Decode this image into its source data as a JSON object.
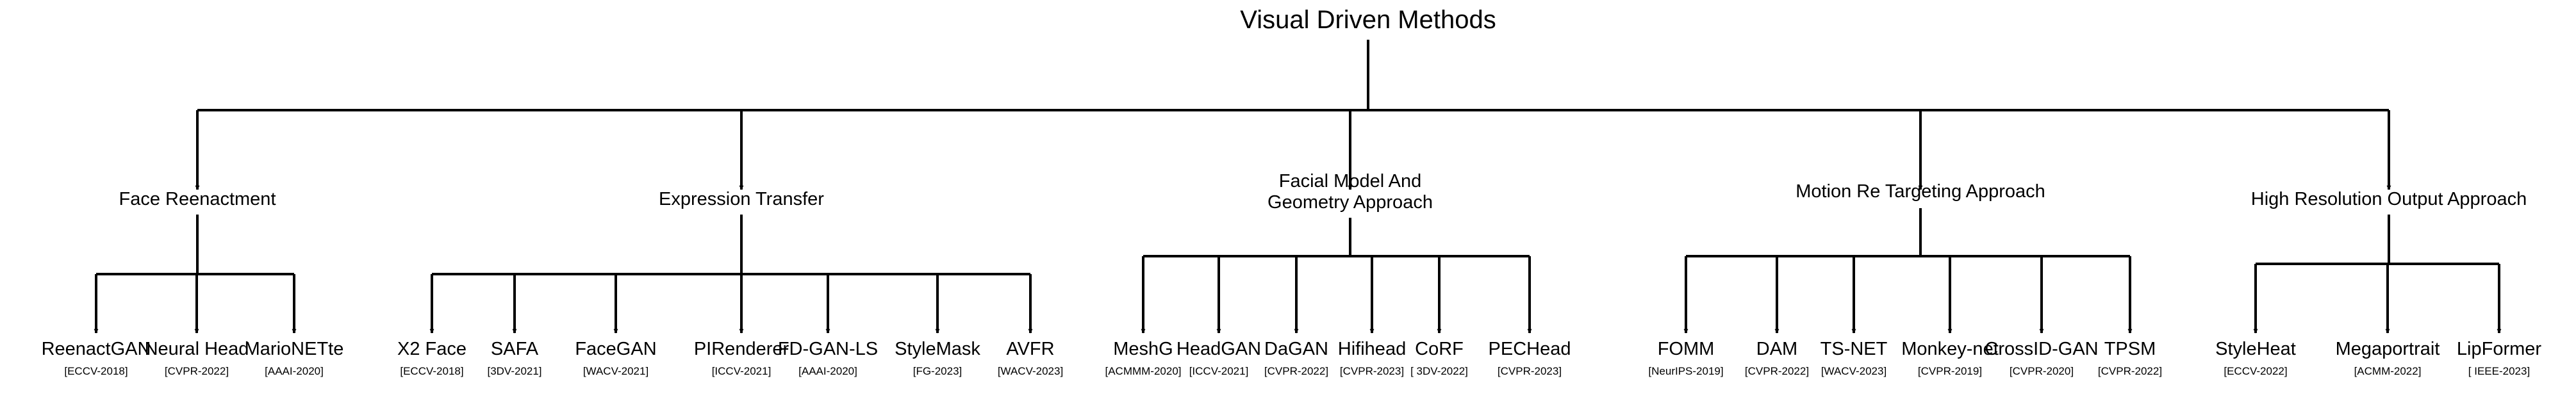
{
  "root": "Visual Driven Methods",
  "categories": [
    {
      "label": [
        "Face Reenactment"
      ],
      "methods": [
        {
          "name": "ReenactGAN",
          "venue": "[ECCV-2018]"
        },
        {
          "name": "Neural Head",
          "venue": "[CVPR-2022]"
        },
        {
          "name": "MarioNETte",
          "venue": "[AAAI-2020]"
        }
      ]
    },
    {
      "label": [
        "Expression Transfer"
      ],
      "methods": [
        {
          "name": "X2 Face",
          "venue": "[ECCV-2018]"
        },
        {
          "name": "SAFA",
          "venue": "[3DV-2021]"
        },
        {
          "name": "FaceGAN",
          "venue": "[WACV-2021]"
        },
        {
          "name": "PIRenderer",
          "venue": "[ICCV-2021]"
        },
        {
          "name": "FD-GAN-LS",
          "venue": "[AAAI-2020]"
        },
        {
          "name": "StyleMask",
          "venue": "[FG-2023]"
        },
        {
          "name": "AVFR",
          "venue": "[WACV-2023]"
        }
      ]
    },
    {
      "label": [
        "Facial Model And",
        "Geometry Approach"
      ],
      "methods": [
        {
          "name": "MeshG",
          "venue": "[ACMMM-2020]"
        },
        {
          "name": "HeadGAN",
          "venue": "[ICCV-2021]"
        },
        {
          "name": "DaGAN",
          "venue": "[CVPR-2022]"
        },
        {
          "name": "Hifihead",
          "venue": "[CVPR-2023]"
        },
        {
          "name": "CoRF",
          "venue": "[ 3DV-2022]"
        },
        {
          "name": "PECHead",
          "venue": "[CVPR-2023]"
        }
      ]
    },
    {
      "label": [
        "Motion Re Targeting Approach"
      ],
      "methods": [
        {
          "name": "FOMM",
          "venue": "[NeurIPS-2019]"
        },
        {
          "name": "DAM",
          "venue": "[CVPR-2022]"
        },
        {
          "name": "TS-NET",
          "venue": "[WACV-2023]"
        },
        {
          "name": "Monkey-net",
          "venue": "[CVPR-2019]"
        },
        {
          "name": "CrossID-GAN",
          "venue": "[CVPR-2020]"
        },
        {
          "name": "TPSM",
          "venue": "[CVPR-2022]"
        }
      ]
    },
    {
      "label": [
        "High Resolution Output Approach"
      ],
      "methods": [
        {
          "name": "StyleHeat",
          "venue": "[ECCV-2022]"
        },
        {
          "name": "Megaportrait",
          "venue": "[ACMM-2022]"
        },
        {
          "name": "LipFormer",
          "venue": "[ IEEE-2023]"
        }
      ]
    }
  ]
}
